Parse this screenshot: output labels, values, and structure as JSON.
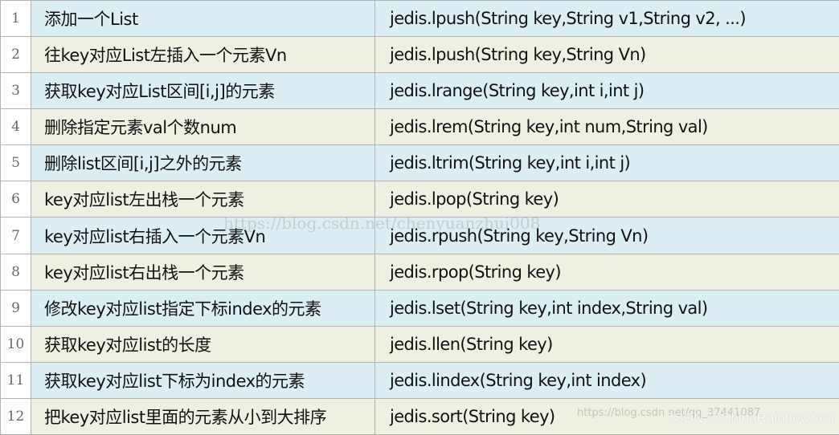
{
  "rows": [
    {
      "num": "1",
      "desc": "添加一个List",
      "api": "jedis.lpush(String key,String v1,String v2, ...)"
    },
    {
      "num": "2",
      "desc": "往key对应List左插入一个元素Vn",
      "api": "jedis.lpush(String key,String Vn)"
    },
    {
      "num": "3",
      "desc": "获取key对应List区间[i,j]的元素",
      "api": "jedis.lrange(String key,int i,int j)"
    },
    {
      "num": "4",
      "desc": "删除指定元素val个数num",
      "api": "jedis.lrem(String key,int num,String val)"
    },
    {
      "num": "5",
      "desc": "删除list区间[i,j]之外的元素",
      "api": "jedis.ltrim(String key,int i,int j)"
    },
    {
      "num": "6",
      "desc": "key对应list左出栈一个元素",
      "api": "jedis.lpop(String key)"
    },
    {
      "num": "7",
      "desc": "key对应list右插入一个元素Vn",
      "api": "jedis.rpush(String key,String Vn)"
    },
    {
      "num": "8",
      "desc": "key对应list右出栈一个元素",
      "api": "jedis.rpop(String key)"
    },
    {
      "num": "9",
      "desc": "修改key对应list指定下标index的元素",
      "api": "jedis.lset(String key,int index,String val)"
    },
    {
      "num": "10",
      "desc": "获取key对应list的长度",
      "api": "jedis.llen(String key)"
    },
    {
      "num": "11",
      "desc": "获取key对应list下标为index的元素",
      "api": "jedis.lindex(String key,int index)"
    },
    {
      "num": "12",
      "desc": "把key对应list里面的元素从小到大排序",
      "api": "jedis.sort(String key)"
    }
  ],
  "watermark": {
    "url": "https://blog.csdn.net/chenyuanzhui008",
    "url_small": "https://blog.csdn.net/qq_37441087",
    "csdn": "CSDN @ChinaRainbowSea"
  },
  "colors": {
    "row_blue": "#dbeef4",
    "row_beige": "#eef1e2",
    "border": "#b4b4b4"
  }
}
